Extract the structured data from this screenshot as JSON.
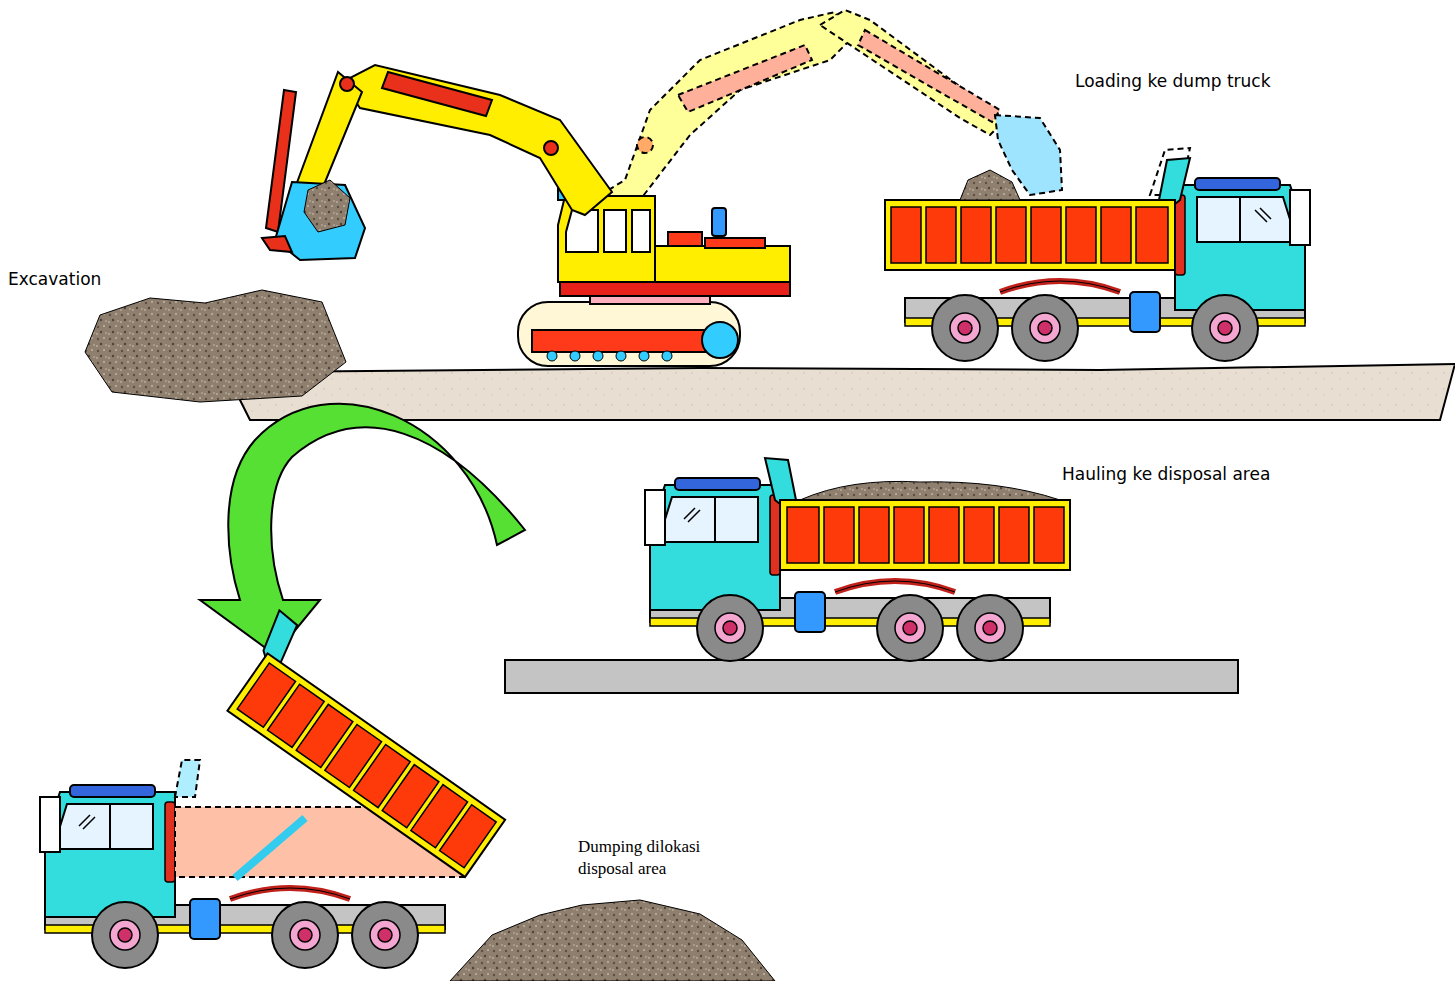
{
  "diagram": {
    "labels": [
      "Loading ke dump truck",
      "Excavation",
      "Hauling ke disposal area",
      "Dumping dilokasi disposal area"
    ]
  }
}
